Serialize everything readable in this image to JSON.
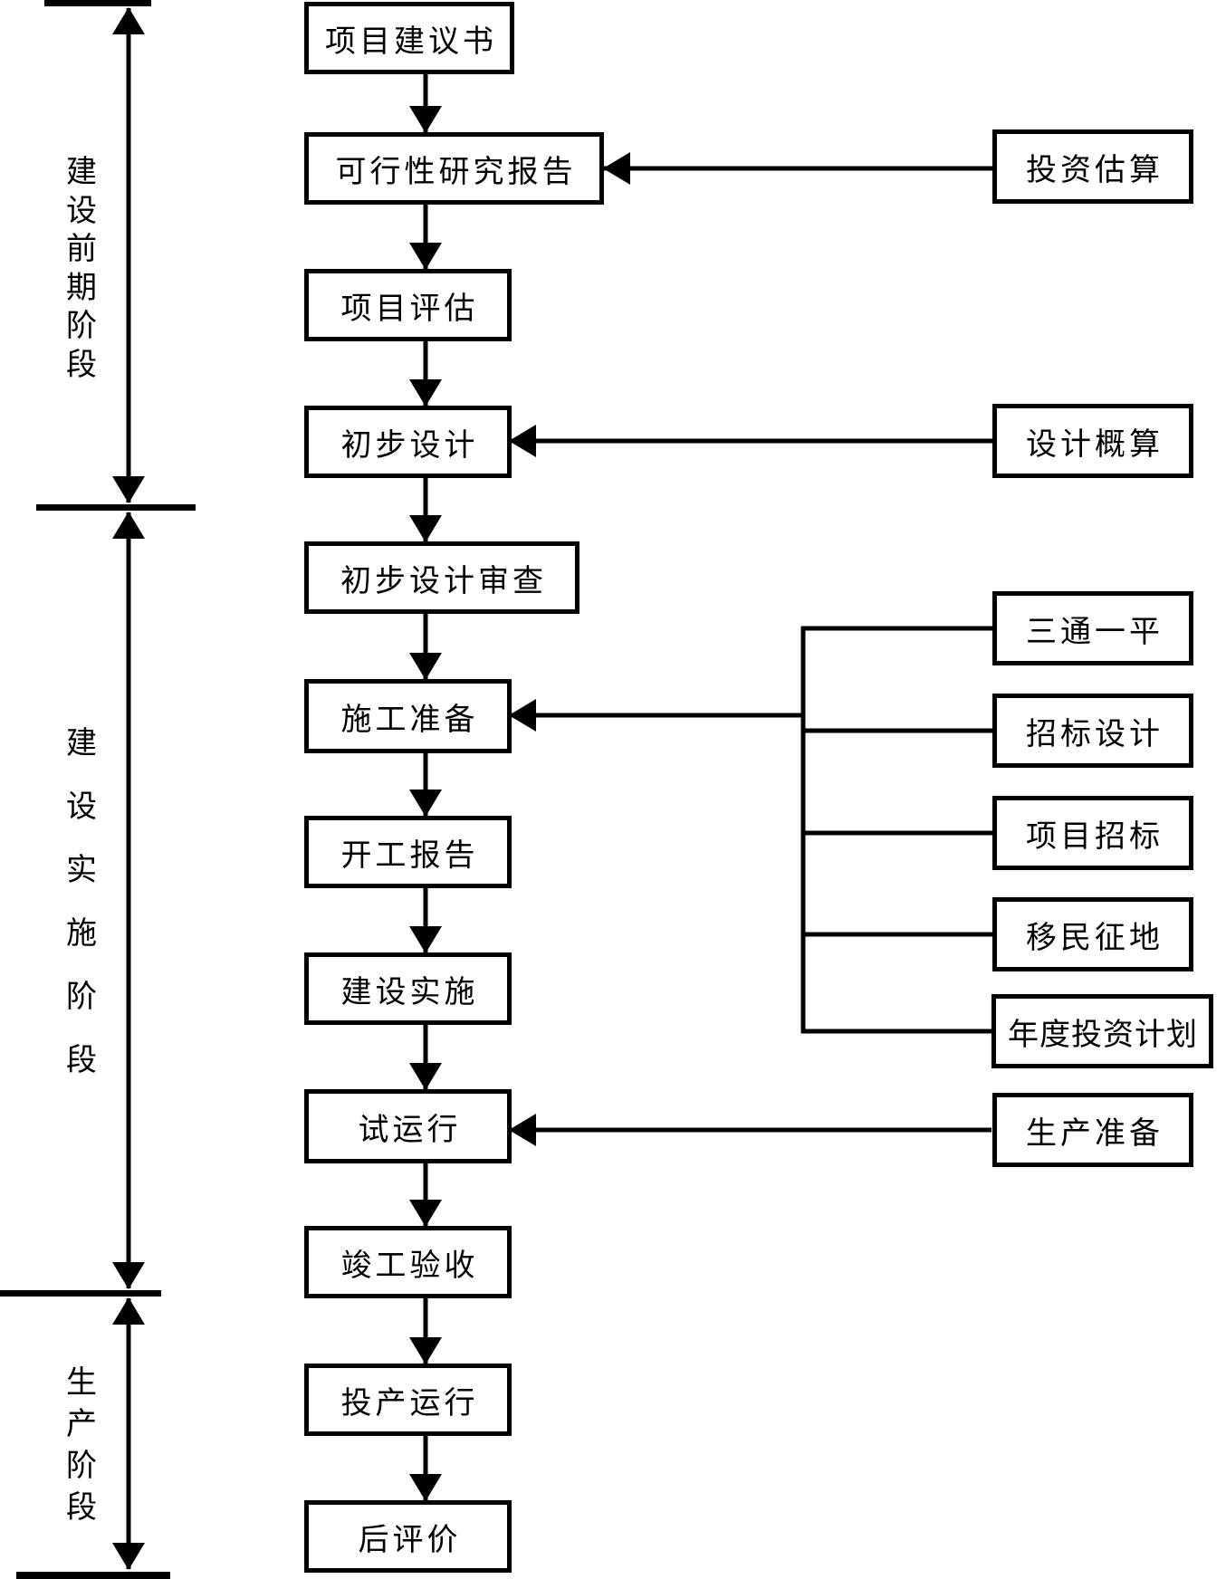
{
  "canvas": {
    "background": "#ffffff",
    "line_color": "#000000"
  },
  "phases": [
    {
      "label": "建设前期阶段"
    },
    {
      "label": "建设实施阶段"
    },
    {
      "label": "生产阶段"
    }
  ],
  "main_flow": [
    "项目建议书",
    "可行性研究报告",
    "项目评估",
    "初步设计",
    "初步设计审查",
    "施工准备",
    "开工报告",
    "建设实施",
    "试运行",
    "竣工验收",
    "投产运行",
    "后评价"
  ],
  "side_inputs": [
    {
      "label": "投资估算",
      "target": "可行性研究报告"
    },
    {
      "label": "设计概算",
      "target": "初步设计"
    },
    {
      "label": "三通一平",
      "target": "施工准备"
    },
    {
      "label": "招标设计",
      "target": "施工准备"
    },
    {
      "label": "项目招标",
      "target": "施工准备"
    },
    {
      "label": "移民征地",
      "target": "施工准备"
    },
    {
      "label": "年度投资计划",
      "target": "施工准备"
    },
    {
      "label": "生产准备",
      "target": "试运行"
    }
  ]
}
